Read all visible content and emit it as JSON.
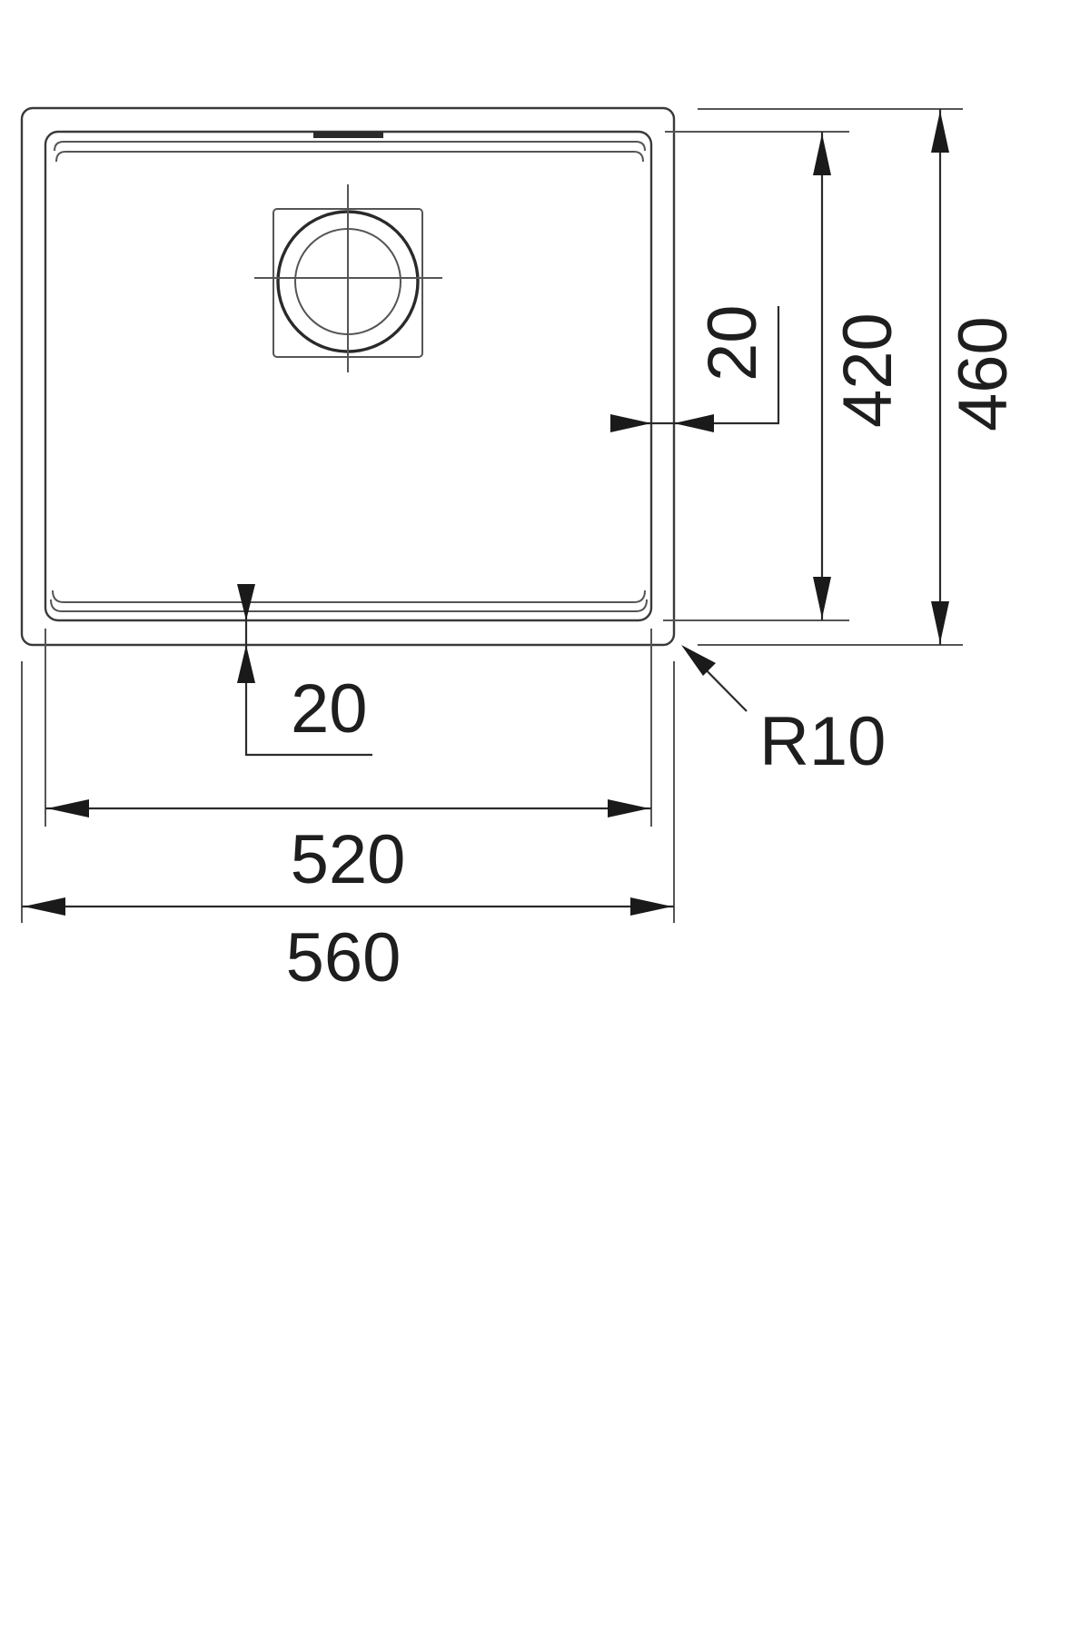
{
  "drawing": {
    "type": "technical-dimension-drawing",
    "subject": "rectangular undermount sink bowl with square drain",
    "units_implied": "mm",
    "line_color": "#2b2b2b",
    "background": "#ffffff"
  },
  "dimensions": {
    "overall_width": "560",
    "inner_width": "520",
    "overall_depth": "460",
    "inner_depth": "420",
    "rim_bottom": "20",
    "rim_side": "20",
    "corner_radius": "R10"
  }
}
